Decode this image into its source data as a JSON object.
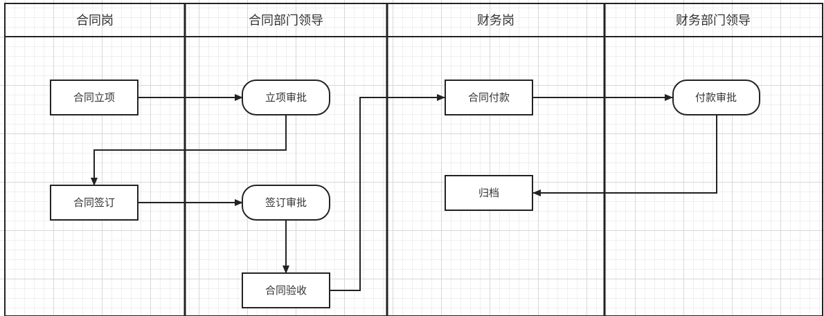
{
  "lanes": [
    {
      "id": "contract_staff",
      "title": "合同岗"
    },
    {
      "id": "contract_leader",
      "title": "合同部门领导"
    },
    {
      "id": "finance_staff",
      "title": "财务岗"
    },
    {
      "id": "finance_leader",
      "title": "财务部门领导"
    }
  ],
  "nodes": [
    {
      "id": "approve_project",
      "label": "立项审批",
      "shape": "rounded",
      "lane": "contract_leader"
    },
    {
      "id": "approve_sign",
      "label": "签订审批",
      "shape": "rounded",
      "lane": "contract_leader"
    },
    {
      "id": "approve_payment",
      "label": "付款审批",
      "shape": "rounded",
      "lane": "finance_leader"
    },
    {
      "id": "contract_init",
      "label": "合同立项",
      "shape": "rect",
      "lane": "contract_staff"
    },
    {
      "id": "contract_sign",
      "label": "合同签订",
      "shape": "rect",
      "lane": "contract_staff"
    },
    {
      "id": "contract_accept",
      "label": "合同验收",
      "shape": "rect",
      "lane": "contract_leader"
    },
    {
      "id": "contract_pay",
      "label": "合同付款",
      "shape": "rect",
      "lane": "finance_staff"
    },
    {
      "id": "archive",
      "label": "归档",
      "shape": "rect",
      "lane": "finance_staff"
    }
  ],
  "edges": [
    {
      "from": "contract_init",
      "to": "approve_project"
    },
    {
      "from": "approve_project",
      "to": "contract_sign"
    },
    {
      "from": "contract_sign",
      "to": "approve_sign"
    },
    {
      "from": "approve_sign",
      "to": "contract_accept"
    },
    {
      "from": "contract_accept",
      "to": "contract_pay"
    },
    {
      "from": "contract_pay",
      "to": "approve_payment"
    },
    {
      "from": "approve_payment",
      "to": "archive"
    }
  ],
  "colors": {
    "line": "#222222",
    "node_fill": "#ffffff",
    "text": "#333333"
  }
}
